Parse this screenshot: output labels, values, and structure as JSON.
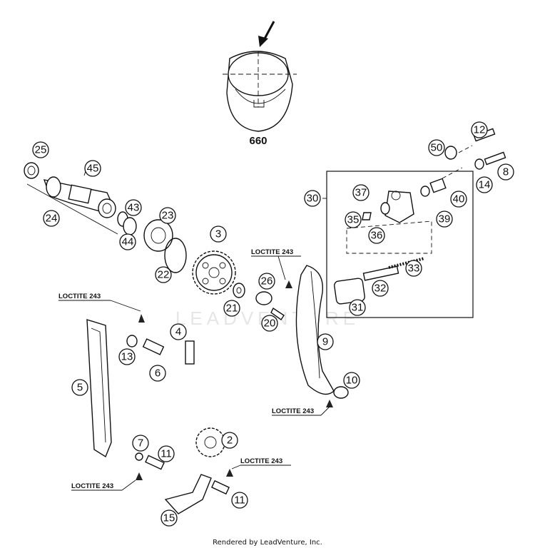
{
  "diagram": {
    "variant_label": "660",
    "watermark": "LEADVENTURE",
    "footer_text": "Rendered by LeadVenture, Inc.",
    "loctite_label": "LOCTITE 243",
    "callouts": [
      {
        "id": "25",
        "label": "25"
      },
      {
        "id": "45",
        "label": "45"
      },
      {
        "id": "24",
        "label": "24"
      },
      {
        "id": "43",
        "label": "43"
      },
      {
        "id": "44",
        "label": "44"
      },
      {
        "id": "23",
        "label": "23"
      },
      {
        "id": "22",
        "label": "22"
      },
      {
        "id": "3",
        "label": "3"
      },
      {
        "id": "21",
        "label": "21"
      },
      {
        "id": "26",
        "label": "26"
      },
      {
        "id": "20",
        "label": "20"
      },
      {
        "id": "4",
        "label": "4"
      },
      {
        "id": "13",
        "label": "13"
      },
      {
        "id": "6",
        "label": "6"
      },
      {
        "id": "5",
        "label": "5"
      },
      {
        "id": "9",
        "label": "9"
      },
      {
        "id": "10",
        "label": "10"
      },
      {
        "id": "2",
        "label": "2"
      },
      {
        "id": "7",
        "label": "7"
      },
      {
        "id": "11a",
        "label": "11"
      },
      {
        "id": "11b",
        "label": "11"
      },
      {
        "id": "15",
        "label": "15"
      },
      {
        "id": "50",
        "label": "50"
      },
      {
        "id": "12",
        "label": "12"
      },
      {
        "id": "14",
        "label": "14"
      },
      {
        "id": "8",
        "label": "8"
      },
      {
        "id": "30",
        "label": "30"
      },
      {
        "id": "37",
        "label": "37"
      },
      {
        "id": "40",
        "label": "40"
      },
      {
        "id": "35",
        "label": "35"
      },
      {
        "id": "36",
        "label": "36"
      },
      {
        "id": "39",
        "label": "39"
      },
      {
        "id": "33",
        "label": "33"
      },
      {
        "id": "32",
        "label": "32"
      },
      {
        "id": "31",
        "label": "31"
      }
    ]
  }
}
